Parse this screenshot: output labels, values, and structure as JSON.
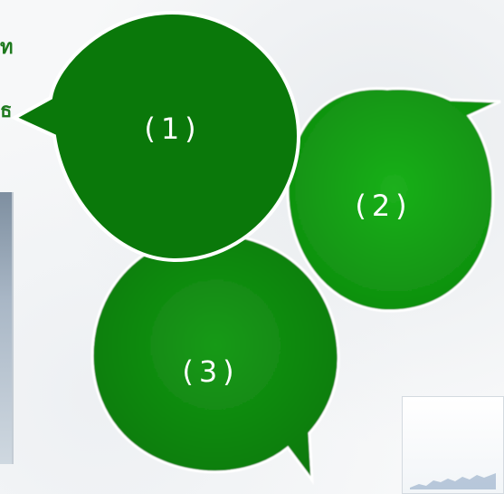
{
  "edge_text": {
    "top": "ท",
    "middle": "ธ"
  },
  "bubbles": [
    {
      "label": "(1)",
      "color": "#0a780a"
    },
    {
      "label": "(2)",
      "color": "#19a019"
    },
    {
      "label": "(3)",
      "color": "#148c14"
    }
  ],
  "colors": {
    "bubble_outline": "#ffffff",
    "edge_text": "#1f7a1f"
  }
}
